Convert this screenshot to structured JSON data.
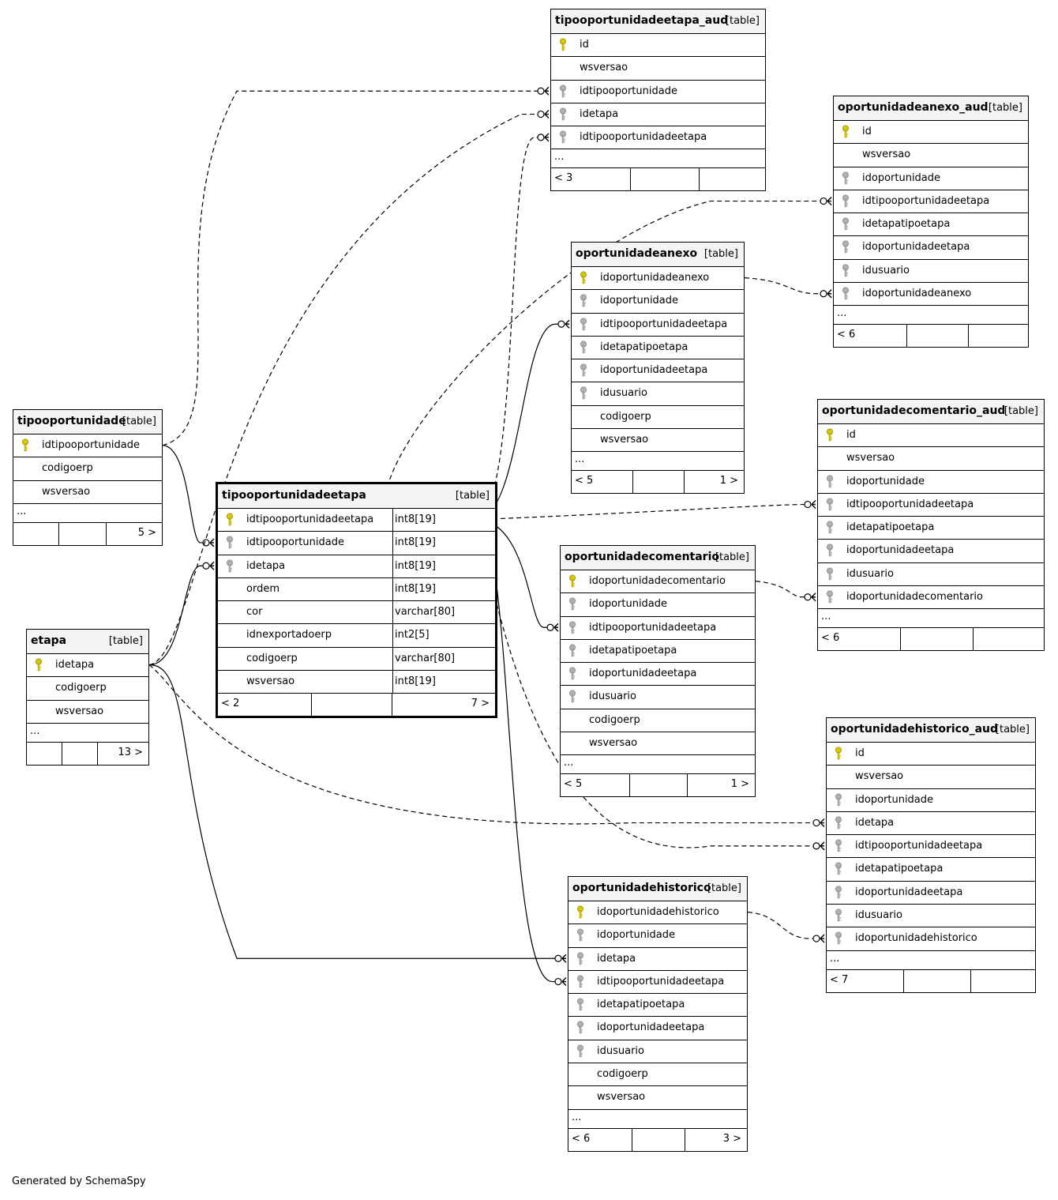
{
  "generator": "Generated by SchemaSpy",
  "tables": [
    {
      "name": "tipooportunidadeetapa_aud",
      "type": "[table]",
      "columns": [
        {
          "name": "id",
          "key": "pk"
        },
        {
          "name": "wsversao",
          "key": ""
        },
        {
          "name": "idtipooportunidade",
          "key": "fk"
        },
        {
          "name": "idetapa",
          "key": "fk"
        },
        {
          "name": "idtipooportunidadeetapa",
          "key": "fk"
        }
      ],
      "ellipsis": "...",
      "parents": "< 3",
      "children": ""
    },
    {
      "name": "oportunidadeanexo_aud",
      "type": "[table]",
      "columns": [
        {
          "name": "id",
          "key": "pk"
        },
        {
          "name": "wsversao",
          "key": ""
        },
        {
          "name": "idoportunidade",
          "key": "fk"
        },
        {
          "name": "idtipooportunidadeetapa",
          "key": "fk"
        },
        {
          "name": "idetapatipoetapa",
          "key": "fk"
        },
        {
          "name": "idoportunidadeetapa",
          "key": "fk"
        },
        {
          "name": "idusuario",
          "key": "fk"
        },
        {
          "name": "idoportunidadeanexo",
          "key": "fk"
        }
      ],
      "ellipsis": "...",
      "parents": "< 6",
      "children": ""
    },
    {
      "name": "oportunidadeanexo",
      "type": "[table]",
      "columns": [
        {
          "name": "idoportunidadeanexo",
          "key": "pk"
        },
        {
          "name": "idoportunidade",
          "key": "fk"
        },
        {
          "name": "idtipooportunidadeetapa",
          "key": "fk"
        },
        {
          "name": "idetapatipoetapa",
          "key": "fk"
        },
        {
          "name": "idoportunidadeetapa",
          "key": "fk"
        },
        {
          "name": "idusuario",
          "key": "fk"
        },
        {
          "name": "codigoerp",
          "key": ""
        },
        {
          "name": "wsversao",
          "key": ""
        }
      ],
      "ellipsis": "...",
      "parents": "< 5",
      "children": "1 >"
    },
    {
      "name": "tipooportunidade",
      "type": "[table]",
      "columns": [
        {
          "name": "idtipooportunidade",
          "key": "pk"
        },
        {
          "name": "codigoerp",
          "key": ""
        },
        {
          "name": "wsversao",
          "key": ""
        }
      ],
      "ellipsis": "...",
      "parents": "",
      "children": "5 >"
    },
    {
      "name": "tipooportunidadeetapa",
      "type": "[table]",
      "columns": [
        {
          "name": "idtipooportunidadeetapa",
          "key": "pk",
          "dtype": "int8[19]"
        },
        {
          "name": "idtipooportunidade",
          "key": "fk",
          "dtype": "int8[19]"
        },
        {
          "name": "idetapa",
          "key": "fk",
          "dtype": "int8[19]"
        },
        {
          "name": "ordem",
          "key": "",
          "dtype": "int8[19]"
        },
        {
          "name": "cor",
          "key": "",
          "dtype": "varchar[80]"
        },
        {
          "name": "idnexportadoerp",
          "key": "",
          "dtype": "int2[5]"
        },
        {
          "name": "codigoerp",
          "key": "",
          "dtype": "varchar[80]"
        },
        {
          "name": "wsversao",
          "key": "",
          "dtype": "int8[19]"
        }
      ],
      "ellipsis": "",
      "parents": "< 2",
      "children": "7 >"
    },
    {
      "name": "oportunidadecomentario_aud",
      "type": "[table]",
      "columns": [
        {
          "name": "id",
          "key": "pk"
        },
        {
          "name": "wsversao",
          "key": ""
        },
        {
          "name": "idoportunidade",
          "key": "fk"
        },
        {
          "name": "idtipooportunidadeetapa",
          "key": "fk"
        },
        {
          "name": "idetapatipoetapa",
          "key": "fk"
        },
        {
          "name": "idoportunidadeetapa",
          "key": "fk"
        },
        {
          "name": "idusuario",
          "key": "fk"
        },
        {
          "name": "idoportunidadecomentario",
          "key": "fk"
        }
      ],
      "ellipsis": "...",
      "parents": "< 6",
      "children": ""
    },
    {
      "name": "oportunidadecomentario",
      "type": "[table]",
      "columns": [
        {
          "name": "idoportunidadecomentario",
          "key": "pk"
        },
        {
          "name": "idoportunidade",
          "key": "fk"
        },
        {
          "name": "idtipooportunidadeetapa",
          "key": "fk"
        },
        {
          "name": "idetapatipoetapa",
          "key": "fk"
        },
        {
          "name": "idoportunidadeetapa",
          "key": "fk"
        },
        {
          "name": "idusuario",
          "key": "fk"
        },
        {
          "name": "codigoerp",
          "key": ""
        },
        {
          "name": "wsversao",
          "key": ""
        }
      ],
      "ellipsis": "...",
      "parents": "< 5",
      "children": "1 >"
    },
    {
      "name": "etapa",
      "type": "[table]",
      "columns": [
        {
          "name": "idetapa",
          "key": "pk"
        },
        {
          "name": "codigoerp",
          "key": ""
        },
        {
          "name": "wsversao",
          "key": ""
        }
      ],
      "ellipsis": "...",
      "parents": "",
      "children": "13 >"
    },
    {
      "name": "oportunidadehistorico_aud",
      "type": "[table]",
      "columns": [
        {
          "name": "id",
          "key": "pk"
        },
        {
          "name": "wsversao",
          "key": ""
        },
        {
          "name": "idoportunidade",
          "key": "fk"
        },
        {
          "name": "idetapa",
          "key": "fk"
        },
        {
          "name": "idtipooportunidadeetapa",
          "key": "fk"
        },
        {
          "name": "idetapatipoetapa",
          "key": "fk"
        },
        {
          "name": "idoportunidadeetapa",
          "key": "fk"
        },
        {
          "name": "idusuario",
          "key": "fk"
        },
        {
          "name": "idoportunidadehistorico",
          "key": "fk"
        }
      ],
      "ellipsis": "...",
      "parents": "< 7",
      "children": ""
    },
    {
      "name": "oportunidadehistorico",
      "type": "[table]",
      "columns": [
        {
          "name": "idoportunidadehistorico",
          "key": "pk"
        },
        {
          "name": "idoportunidade",
          "key": "fk"
        },
        {
          "name": "idetapa",
          "key": "fk"
        },
        {
          "name": "idtipooportunidadeetapa",
          "key": "fk"
        },
        {
          "name": "idetapatipoetapa",
          "key": "fk"
        },
        {
          "name": "idoportunidadeetapa",
          "key": "fk"
        },
        {
          "name": "idusuario",
          "key": "fk"
        },
        {
          "name": "codigoerp",
          "key": ""
        },
        {
          "name": "wsversao",
          "key": ""
        }
      ],
      "ellipsis": "...",
      "parents": "< 6",
      "children": "3 >"
    }
  ],
  "relationships": [
    {
      "from": "tipooportunidade.idtipooportunidade",
      "to": "tipooportunidadeetapa.idtipooportunidade",
      "style": "solid"
    },
    {
      "from": "etapa.idetapa",
      "to": "tipooportunidadeetapa.idetapa",
      "style": "solid"
    },
    {
      "from": "etapa.idetapa",
      "to": "oportunidadehistorico.idetapa",
      "style": "solid"
    },
    {
      "from": "tipooportunidadeetapa.idtipooportunidadeetapa",
      "to": "oportunidadeanexo.idtipooportunidadeetapa",
      "style": "solid"
    },
    {
      "from": "tipooportunidadeetapa.idtipooportunidadeetapa",
      "to": "oportunidadecomentario.idtipooportunidadeetapa",
      "style": "solid"
    },
    {
      "from": "tipooportunidadeetapa.idtipooportunidadeetapa",
      "to": "oportunidadehistorico.idtipooportunidadeetapa",
      "style": "solid"
    },
    {
      "from": "tipooportunidade.idtipooportunidade",
      "to": "tipooportunidadeetapa_aud.idtipooportunidade",
      "style": "dashed"
    },
    {
      "from": "etapa.idetapa",
      "to": "tipooportunidadeetapa_aud.idetapa",
      "style": "dashed"
    },
    {
      "from": "tipooportunidadeetapa.idtipooportunidadeetapa",
      "to": "tipooportunidadeetapa_aud.idtipooportunidadeetapa",
      "style": "dashed"
    },
    {
      "from": "tipooportunidadeetapa.idtipooportunidadeetapa",
      "to": "oportunidadeanexo_aud.idtipooportunidadeetapa",
      "style": "dashed"
    },
    {
      "from": "oportunidadeanexo.idoportunidadeanexo",
      "to": "oportunidadeanexo_aud.idoportunidadeanexo",
      "style": "dashed"
    },
    {
      "from": "tipooportunidadeetapa.idtipooportunidadeetapa",
      "to": "oportunidadecomentario_aud.idtipooportunidadeetapa",
      "style": "dashed"
    },
    {
      "from": "oportunidadecomentario.idoportunidadecomentario",
      "to": "oportunidadecomentario_aud.idoportunidadecomentario",
      "style": "dashed"
    },
    {
      "from": "etapa.idetapa",
      "to": "oportunidadehistorico_aud.idetapa",
      "style": "dashed"
    },
    {
      "from": "tipooportunidadeetapa.idtipooportunidadeetapa",
      "to": "oportunidadehistorico_aud.idtipooportunidadeetapa",
      "style": "dashed"
    },
    {
      "from": "oportunidadehistorico.idoportunidadehistorico",
      "to": "oportunidadehistorico_aud.idoportunidadehistorico",
      "style": "dashed"
    }
  ],
  "colors": {
    "primary_key_icon": "#d8c800",
    "foreign_key_icon": "#b0b0b0",
    "header_bg": "#f4f4f4"
  }
}
